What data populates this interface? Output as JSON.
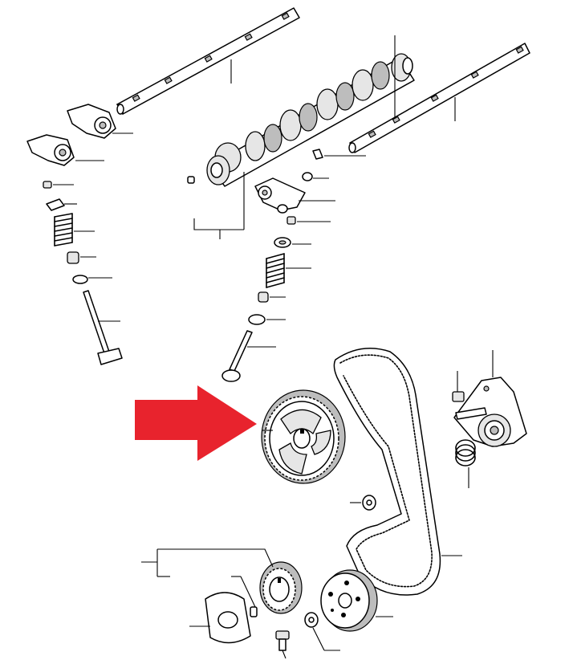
{
  "diagram": {
    "highlight_color": "#e8232d",
    "line_color": "#000000",
    "background": "#ffffff",
    "parts": [
      {
        "id": "left-rocker-shaft",
        "icon": "rocker-shaft-icon"
      },
      {
        "id": "right-rocker-shaft",
        "icon": "rocker-shaft-icon"
      },
      {
        "id": "camshaft",
        "icon": "camshaft-icon"
      },
      {
        "id": "left-rocker-arms",
        "icon": "rocker-arm-icon"
      },
      {
        "id": "center-rocker-arm",
        "icon": "rocker-arm-icon"
      },
      {
        "id": "left-valve-train",
        "icon": "valve-spring-icon"
      },
      {
        "id": "center-valve-train",
        "icon": "valve-spring-icon"
      },
      {
        "id": "left-valve",
        "icon": "valve-icon"
      },
      {
        "id": "center-valve",
        "icon": "valve-icon"
      },
      {
        "id": "camshaft-sprocket",
        "icon": "sprocket-icon",
        "highlighted": true
      },
      {
        "id": "timing-belt",
        "icon": "belt-icon"
      },
      {
        "id": "belt-tensioner",
        "icon": "tensioner-icon"
      },
      {
        "id": "tensioner-spring",
        "icon": "spring-icon"
      },
      {
        "id": "crank-sprocket",
        "icon": "sprocket-icon"
      },
      {
        "id": "idler-pulley",
        "icon": "pulley-icon"
      },
      {
        "id": "belt-guide-plate",
        "icon": "guide-plate-icon"
      },
      {
        "id": "washer",
        "icon": "washer-icon"
      },
      {
        "id": "bolt",
        "icon": "bolt-icon"
      }
    ]
  }
}
